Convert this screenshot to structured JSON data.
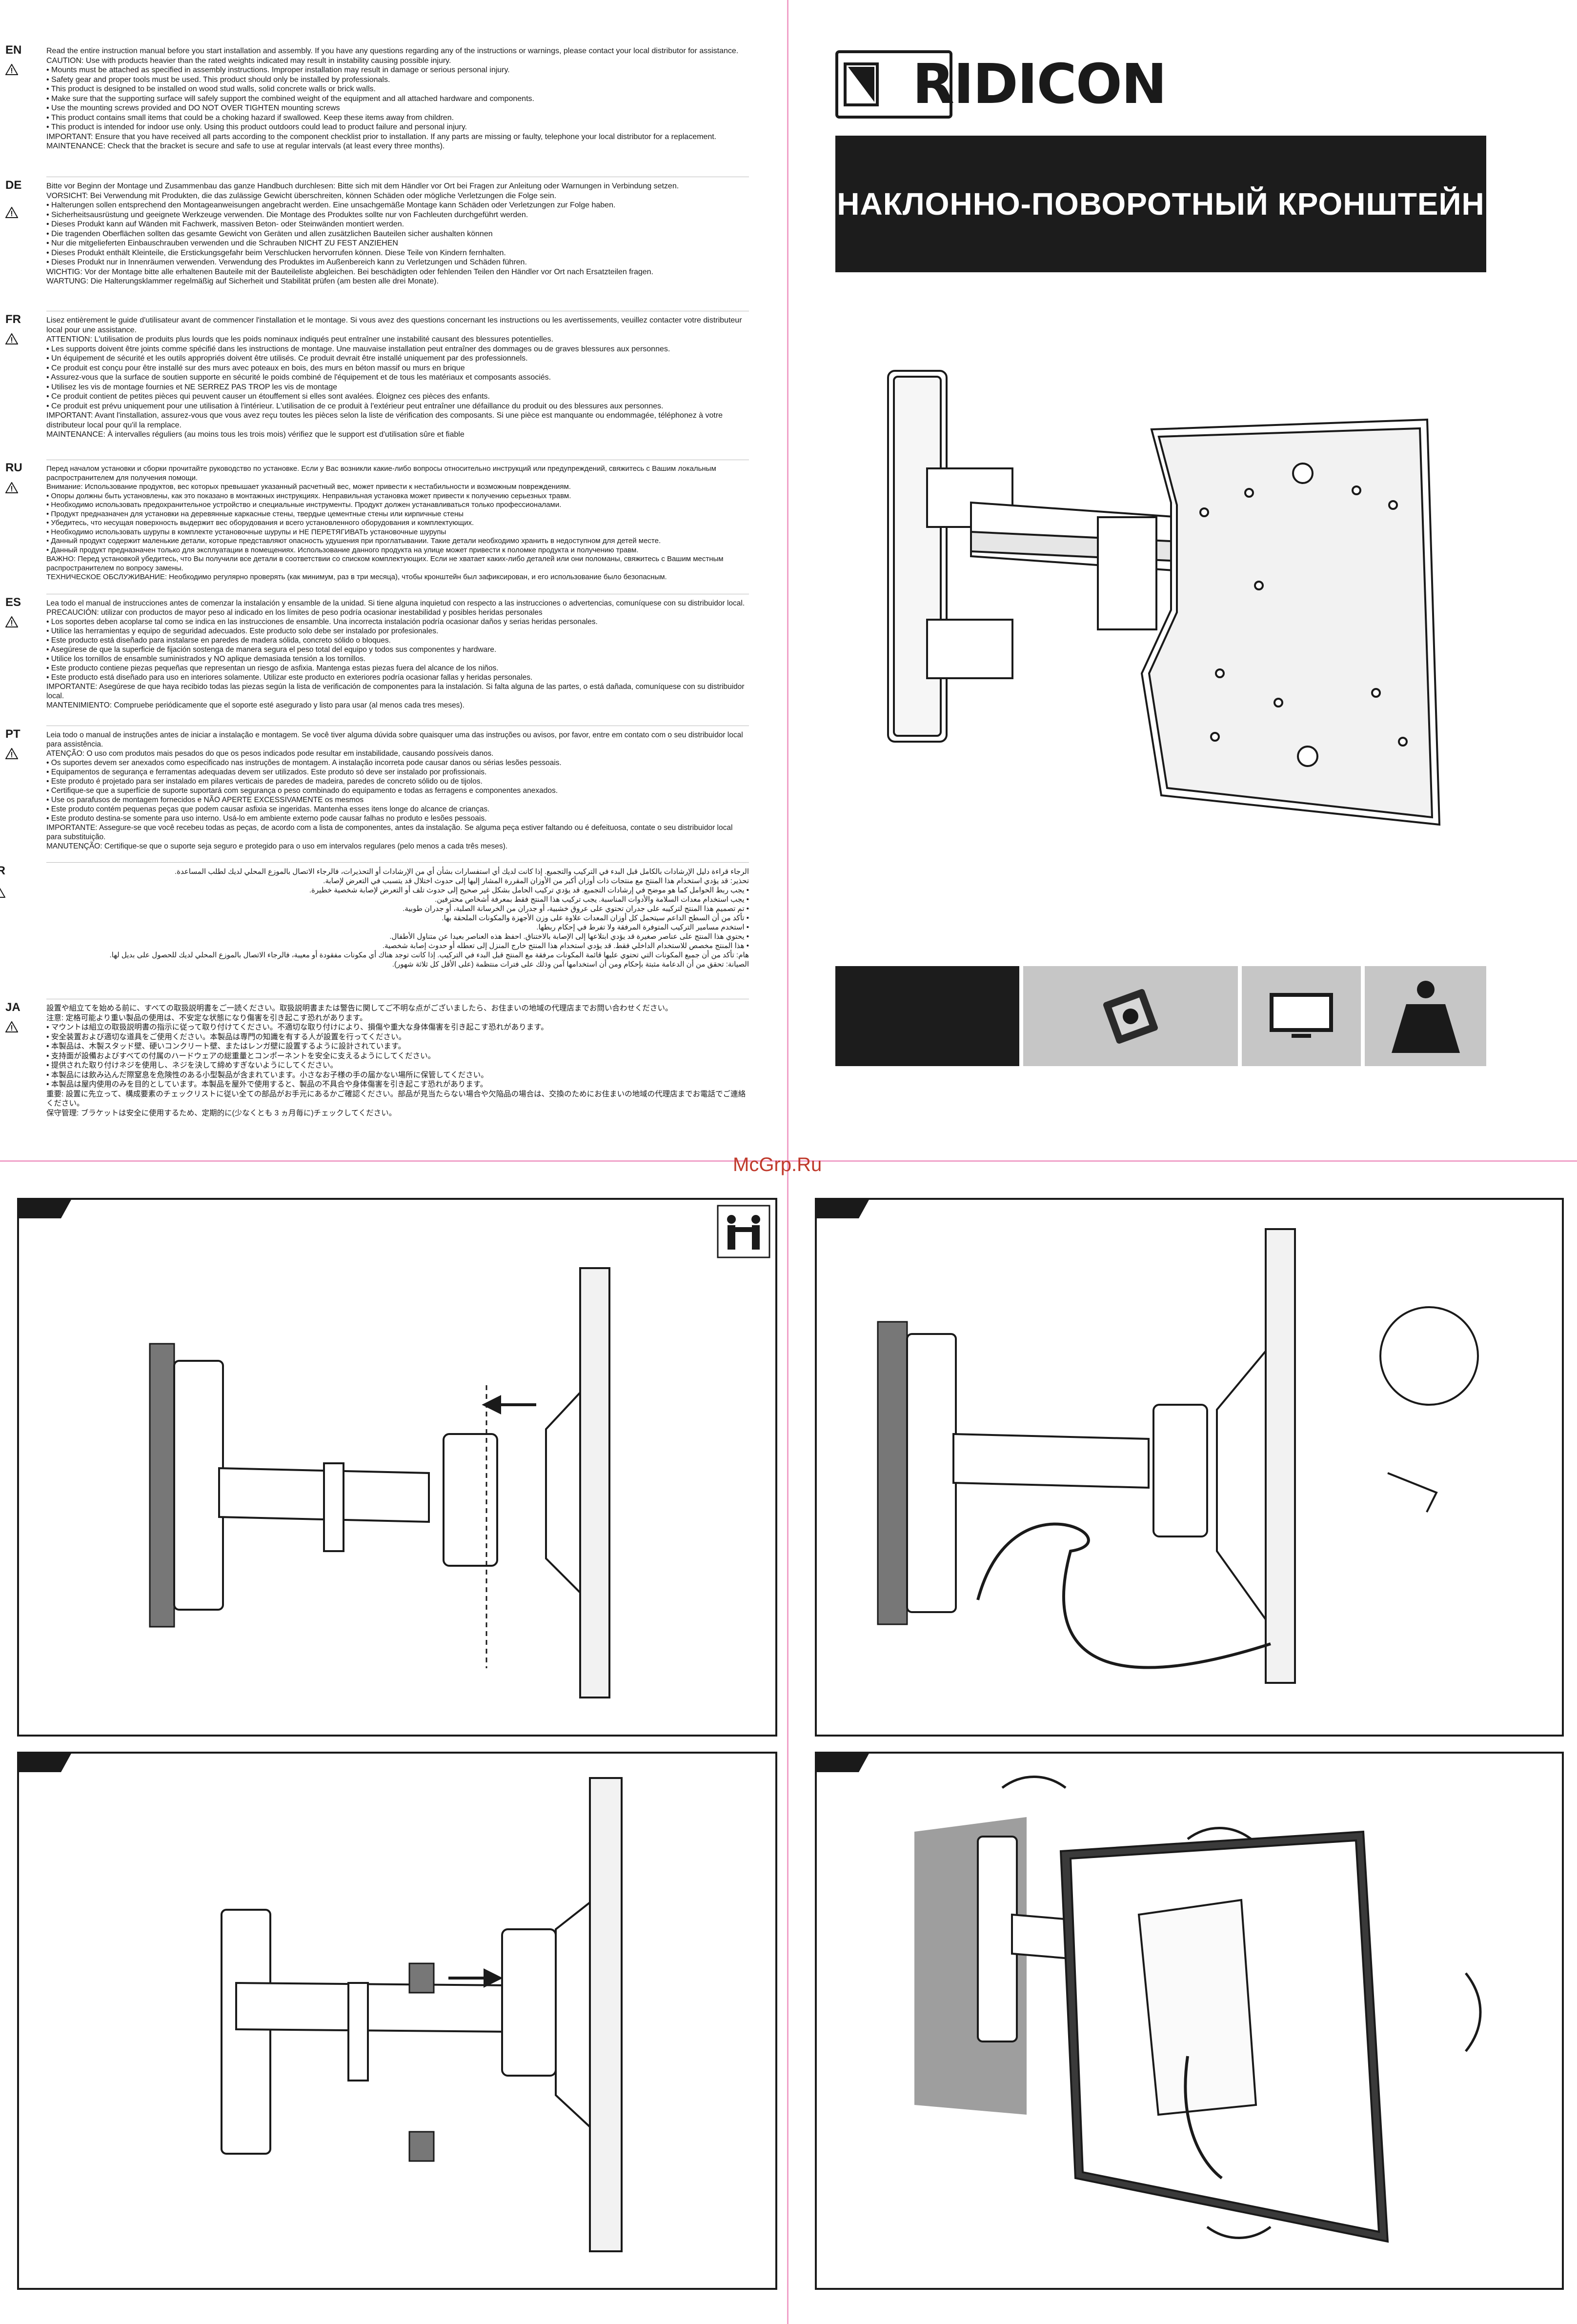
{
  "brand": {
    "name": "RIDICON"
  },
  "title": "НАКЛОННО-ПОВОРОТНЫЙ КРОНШТЕЙН",
  "watermark": "McGrp.Ru",
  "sections": [
    {
      "code": "EN",
      "text": "Read the entire instruction manual before you start installation and assembly. If you have any questions regarding any of the instructions or warnings, please contact your local distributor for assistance.\nCAUTION: Use with products heavier than the rated weights indicated may result in instability causing possible injury.\n• Mounts must be attached as specified in assembly instructions. Improper installation may result in damage or serious personal injury.\n• Safety gear and proper tools must be used. This product should only be installed by professionals.\n• This product is designed to be installed on wood stud walls, solid concrete walls or brick walls.\n• Make sure that the supporting surface will safely support the combined weight of the equipment and all attached hardware and components.\n• Use the mounting screws provided and DO NOT OVER TIGHTEN mounting screws\n• This product contains small items that could be a choking hazard if swallowed. Keep these items away from children.\n• This product is intended for indoor use only. Using this product outdoors could lead to product failure and personal injury.\nIMPORTANT: Ensure that you have received all parts according to the component checklist prior to installation. If any parts are missing or faulty, telephone your local distributor for a replacement.\nMAINTENANCE: Check that the bracket is secure and safe to use at regular intervals (at least every three months)."
    },
    {
      "code": "DE",
      "text": "Bitte vor Beginn der Montage und Zusammenbau das ganze Handbuch durchlesen: Bitte sich mit dem Händler vor Ort bei Fragen zur Anleitung oder Warnungen in Verbindung setzen.\nVORSICHT: Bei Verwendung mit Produkten, die das zulässige Gewicht überschreiten, können Schäden oder mögliche Verletzungen die Folge sein.\n• Halterungen sollen entsprechend den Montageanweisungen angebracht werden. Eine unsachgemäße Montage kann Schäden oder Verletzungen zur Folge haben.\n• Sicherheitsausrüstung und geeignete Werkzeuge verwenden. Die Montage des Produktes sollte nur von Fachleuten durchgeführt werden.\n• Dieses Produkt kann auf Wänden mit Fachwerk, massiven Beton- oder Steinwänden montiert werden.\n• Die tragenden Oberflächen sollten das gesamte Gewicht von Geräten und allen zusätzlichen Bauteilen sicher aushalten können\n• Nur die mitgelieferten Einbauschrauben verwenden und die Schrauben NICHT ZU FEST ANZIEHEN\n• Dieses Produkt enthält Kleinteile, die Erstickungsgefahr beim Verschlucken hervorrufen können. Diese Teile von Kindern fernhalten.\n• Dieses Produkt nur in Innenräumen verwenden. Verwendung des Produktes im Außenbereich kann zu Verletzungen und Schäden führen.\nWICHTIG: Vor der Montage bitte alle erhaltenen Bauteile mit der Bauteileliste abgleichen. Bei beschädigten oder fehlenden Teilen den Händler vor Ort nach Ersatzteilen fragen.\nWARTUNG: Die Halterungsklammer regelmäßig auf Sicherheit und Stabilität prüfen (am besten alle drei Monate)."
    },
    {
      "code": "FR",
      "text": "Lisez entièrement le guide d'utilisateur avant de commencer l'installation et le montage. Si vous avez des questions concernant les instructions ou les avertissements, veuillez contacter votre distributeur local pour une assistance.\nATTENTION: L'utilisation de produits plus lourds que les poids nominaux indiqués peut entraîner une instabilité causant des blessures potentielles.\n• Les supports doivent être joints comme spécifié dans les instructions de montage. Une mauvaise installation peut entraîner des dommages ou de graves blessures aux personnes.\n• Un équipement de sécurité et les outils appropriés doivent être utilisés. Ce produit devrait être installé uniquement par des professionnels.\n• Ce produit est conçu pour être installé sur des murs avec poteaux en bois, des murs en béton massif ou murs en brique\n• Assurez-vous que la surface de soutien supporte en sécurité le poids combiné de l'équipement et de tous les matériaux et composants associés.\n• Utilisez les vis de montage fournies et NE SERREZ PAS TROP les vis de montage\n• Ce produit contient de petites pièces qui peuvent causer un étouffement si elles sont avalées. Éloignez ces pièces des enfants.\n• Ce produit est prévu uniquement pour une utilisation à l'intérieur. L'utilisation de ce produit à l'extérieur peut entraîner une défaillance du produit ou des blessures aux personnes.\nIMPORTANT: Avant l'installation, assurez-vous que vous avez reçu toutes les pièces selon la liste de vérification des composants. Si une pièce est manquante ou endommagée, téléphonez à votre distributeur local pour qu'il la remplace.\nMAINTENANCE: À intervalles réguliers (au moins tous les trois mois) vérifiez que le support est d'utilisation sûre et fiable"
    },
    {
      "code": "RU",
      "text": "Перед началом установки и сборки прочитайте руководство по установке. Если у Вас возникли какие-либо вопросы относительно инструкций или предупреждений, свяжитесь с Вашим локальным распространителем для получения помощи.\nВнимание: Использование продуктов, вес которых превышает указанный расчетный вес, может привести к нестабильности и возможным повреждениям.\n• Опоры должны быть установлены, как это показано в монтажных инструкциях. Неправильная установка может привести к получению серьезных травм.\n• Необходимо использовать предохранительное устройство и специальные инструменты. Продукт должен устанавливаться только профессионалами.\n• Продукт предназначен для установки на деревянные каркасные стены, твердые цементные стены или кирпичные стены\n• Убедитесь, что несущая поверхность выдержит вес оборудования и всего установленного оборудования и комплектующих.\n• Необходимо использовать шурупы в комплекте установочные шурупы и НЕ ПЕРЕТЯГИВАТЬ установочные шурупы\n• Данный продукт содержит маленькие детали, которые представляют опасность удушения при проглатывании. Такие детали необходимо хранить в недоступном для детей месте.\n• Данный продукт предназначен только для эксплуатации в помещениях. Использование данного продукта на улице может привести к поломке продукта и получению травм.\nВАЖНО: Перед установкой убедитесь, что Вы получили все детали в соответствии со списком комплектующих. Если не хватает каких-либо деталей или они поломаны, свяжитесь с Вашим местным распространителем по вопросу замены.\nТЕХНИЧЕСКОЕ ОБСЛУЖИВАНИЕ: Необходимо регулярно проверять (как минимум, раз в три месяца), чтобы кронштейн был зафиксирован, и его использование было безопасным."
    },
    {
      "code": "ES",
      "text": "Lea todo el manual de instrucciones antes de comenzar la instalación y ensamble de la unidad. Si tiene alguna inquietud con respecto a las instrucciones o advertencias, comuníquese con su distribuidor local.\nPRECAUCIÓN: utilizar con productos de mayor peso al indicado en los límites de peso podría ocasionar inestabilidad y posibles heridas personales\n• Los soportes deben acoplarse tal como se indica en las instrucciones de ensamble. Una incorrecta instalación podría ocasionar daños y serias heridas personales.\n• Utilice las herramientas y equipo de seguridad adecuados. Este producto solo debe ser instalado por profesionales.\n• Este producto está diseñado para instalarse en paredes de madera sólida, concreto sólido o bloques.\n• Asegúrese de que la superficie de fijación sostenga de manera segura el peso total del equipo y todos sus componentes y hardware.\n• Utilice los tornillos de ensamble suministrados y NO aplique demasiada tensión a los tornillos.\n• Este producto contiene piezas pequeñas que representan un riesgo de asfixia. Mantenga estas piezas fuera del alcance de los niños.\n• Este producto está diseñado para uso en interiores solamente. Utilizar este producto en exteriores podría ocasionar fallas y heridas personales.\nIMPORTANTE: Asegúrese de que haya recibido todas las piezas según la lista de verificación de componentes para la instalación. Si falta alguna de las partes, o está dañada, comuníquese con su distribuidor local.\nMANTENIMIENTO: Compruebe periódicamente que el soporte esté asegurado y listo para usar (al menos cada tres meses)."
    },
    {
      "code": "PT",
      "text": "Leia todo o manual de instruções antes de iniciar a instalação e montagem. Se você tiver alguma dúvida sobre quaisquer uma das instruções ou avisos, por favor, entre em contato com o seu distribuidor local para assistência.\nATENÇÃO: O uso com produtos mais pesados do que os pesos indicados pode resultar em instabilidade, causando possíveis danos.\n• Os suportes devem ser anexados como especificado nas instruções de montagem. A instalação incorreta pode causar danos ou sérias lesões pessoais.\n• Equipamentos de segurança e ferramentas adequadas devem ser utilizados. Este produto só deve ser instalado por profissionais.\n• Este produto é projetado para ser instalado em pilares verticais de paredes de madeira, paredes de concreto sólido ou de tijolos.\n• Certifique-se que a superfície de suporte suportará com segurança o peso combinado do equipamento e todas as ferragens e componentes anexados.\n• Use os parafusos de montagem fornecidos e NÃO APERTE EXCESSIVAMENTE os mesmos\n• Este produto contém pequenas peças que podem causar asfixia se ingeridas. Mantenha esses itens longe do alcance de crianças.\n• Este produto destina-se somente para uso interno. Usá-lo em ambiente externo pode causar falhas no produto e lesões pessoais.\nIMPORTANTE: Assegure-se que você recebeu todas as peças, de acordo com a lista de componentes, antes da instalação. Se alguma peça estiver faltando ou é defeituosa, contate o seu distribuidor local para substituição.\nMANUTENÇÃO: Certifique-se que o suporte seja seguro e protegido para o uso em intervalos regulares (pelo menos a cada três meses)."
    },
    {
      "code": "AR",
      "text": "الرجاء قراءة دليل الإرشادات بالكامل قبل البدء في التركيب والتجميع. إذا كانت لديك أي استفسارات بشأن أي من الإرشادات أو التحذيرات، فالرجاء الاتصال بالموزع المحلي لديك لطلب المساعدة.\nتحذير: قد يؤدي استخدام هذا المنتج مع منتجات ذات أوزان أكبر من الأوزان المقررة المشار إليها إلى حدوث اختلال قد يتسبب في التعرض لإصابة.\n• يجب ربط الحوامل كما هو موضح في إرشادات التجميع. قد يؤدي تركيب الحامل بشكل غير صحيح إلى حدوث تلف أو التعرض لإصابة شخصية خطيرة.\n• يجب استخدام معدات السلامة والأدوات المناسبة. يجب تركيب هذا المنتج فقط بمعرفة أشخاص محترفين.\n• تم تصميم هذا المنتج لتركيبه على جدران تحتوي على عروق خشبية، أو جدران من الخرسانة الصلبة، أو جدران طوبية.\n• تأكد من أن السطح الداعم سيتحمل كل أوزان المعدات علاوة على وزن الأجهزة والمكونات الملحقة بها.\n• استخدم مسامير التركيب المتوفرة المرفقة ولا تفرط في إحكام ربطها.\n• يحتوي هذا المنتج على عناصر صغيرة قد يؤدي ابتلاعها إلى الإصابة بالاختناق. احفظ هذه العناصر بعيدا عن متناول الأطفال.\n• هذا المنتج مخصص للاستخدام الداخلي فقط. قد يؤدي استخدام هذا المنتج خارج المنزل إلى تعطله أو حدوث إصابة شخصية.\nهام: تأكد من أن جميع المكونات التي تحتوي عليها قائمة المكونات مرفقة مع المنتج قبل البدء في التركيب. إذا كانت توجد هناك أي مكونات مفقودة أو معيبة، فالرجاء الاتصال بالموزع المحلي لديك للحصول على بديل لها.\nالصيانة: تحقق من أن الدعامة مثبتة بإحكام ومن أن استخدامها آمن وذلك على فترات منتظمة (على الأقل كل ثلاثة شهور)."
    },
    {
      "code": "JA",
      "text": "設置や組立てを始める前に、すべての取扱説明書をご一読ください。取扱説明書または警告に関してご不明な点がございましたら、お住まいの地域の代理店までお問い合わせください。\n注意: 定格可能より重い製品の使用は、不安定な状態になり傷害を引き起こす恐れがあります。\n• マウントは組立の取扱説明書の指示に従って取り付けてください。不適切な取り付けにより、損傷や重大な身体傷害を引き起こす恐れがあります。\n• 安全装置および適切な道具をご使用ください。本製品は専門の知識を有する人が設置を行ってください。\n• 本製品は、木製スタッド壁、硬いコンクリート壁、またはレンガ壁に設置するように設計されています。\n• 支持面が設備およびすべての付属のハードウェアの総重量とコンポーネントを安全に支えるようにしてください。\n• 提供された取り付けネジを使用し、ネジを決して締めすぎないようにしてください。\n• 本製品には飲み込んだ際窒息を危険性のある小型製品が含まれています。小さなお子様の手の届かない場所に保管してください。\n• 本製品は屋内使用のみを目的としています。本製品を屋外で使用すると、製品の不具合や身体傷害を引き起こす恐れがあります。\n重要: 設置に先立って、構成要素のチェックリストに従い全ての部品がお手元にあるかご確認ください。部品が見当たらない場合や欠陥品の場合は、交換のためにお住まいの地域の代理店までお電話でご連絡ください。\n保守管理: ブラケットは安全に使用するため、定期的に(少なくとも 3 ヵ月毎に)チェックしてください。"
    }
  ],
  "icons": {
    "feature_tiles": [
      "swivel-tilt-icon",
      "wall-type-icon",
      "tv-screen-icon",
      "weight-icon"
    ],
    "step_panels": [
      "two-person-lift-icon"
    ]
  },
  "colors": {
    "banner": "#1c1c1c",
    "tile_gray": "#c6c6c6",
    "cut_mark": "#f0a0c8"
  }
}
